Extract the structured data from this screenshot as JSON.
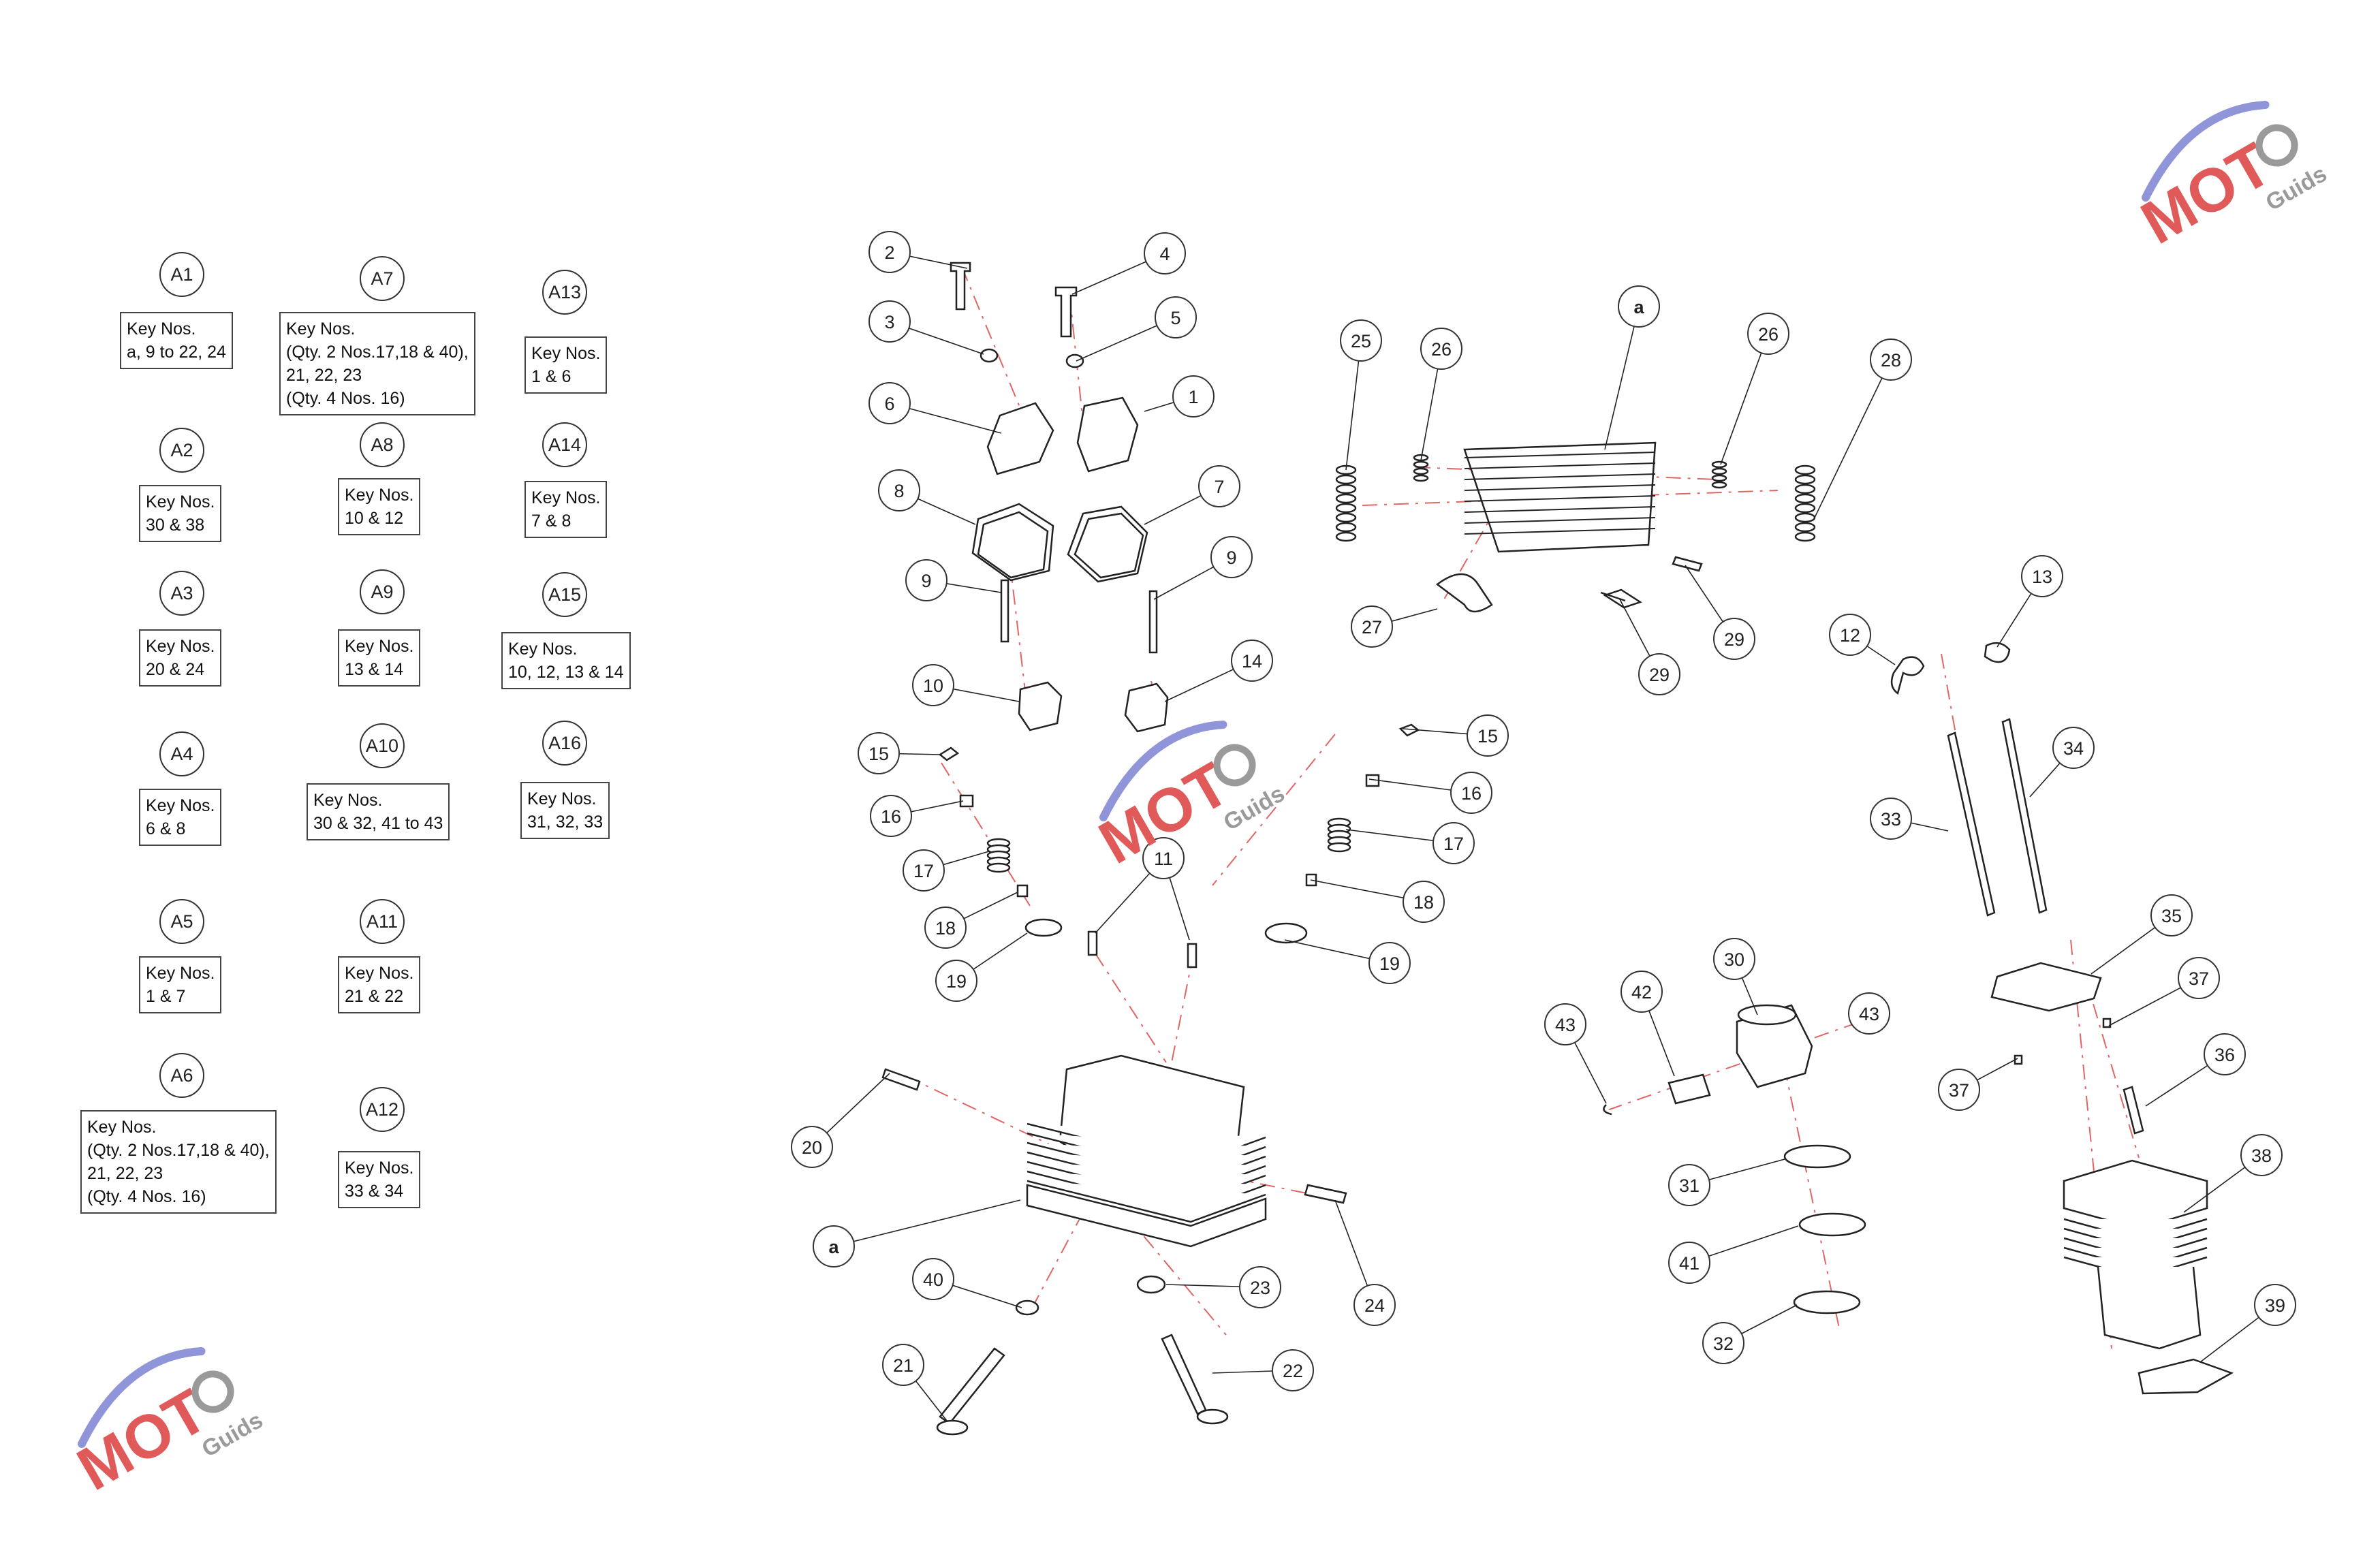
{
  "kits": [
    {
      "id": "A1",
      "lines": [
        "Key Nos.",
        "a, 9 to 22, 24"
      ]
    },
    {
      "id": "A2",
      "lines": [
        "Key Nos.",
        "30 & 38"
      ]
    },
    {
      "id": "A3",
      "lines": [
        "Key Nos.",
        "20 & 24"
      ]
    },
    {
      "id": "A4",
      "lines": [
        "Key Nos.",
        "6 & 8"
      ]
    },
    {
      "id": "A5",
      "lines": [
        "Key Nos.",
        "1 & 7"
      ]
    },
    {
      "id": "A6",
      "lines": [
        "Key Nos.",
        "(Qty. 2 Nos.17,18 & 40),",
        "21, 22, 23",
        "(Qty. 4 Nos. 16)"
      ]
    },
    {
      "id": "A7",
      "lines": [
        "Key Nos.",
        "(Qty. 2 Nos.17,18 & 40),",
        "21, 22, 23",
        "(Qty. 4 Nos. 16)"
      ]
    },
    {
      "id": "A8",
      "lines": [
        "Key Nos.",
        "10 & 12"
      ]
    },
    {
      "id": "A9",
      "lines": [
        "Key Nos.",
        "13 & 14"
      ]
    },
    {
      "id": "A10",
      "lines": [
        "Key Nos.",
        "30 & 32, 41 to 43"
      ]
    },
    {
      "id": "A11",
      "lines": [
        "Key Nos.",
        "21 & 22"
      ]
    },
    {
      "id": "A12",
      "lines": [
        "Key Nos.",
        "33 & 34"
      ]
    },
    {
      "id": "A13",
      "lines": [
        "Key Nos.",
        "1 & 6"
      ]
    },
    {
      "id": "A14",
      "lines": [
        "Key Nos.",
        "7 & 8"
      ]
    },
    {
      "id": "A15",
      "lines": [
        "Key Nos.",
        "10, 12, 13 & 14"
      ]
    },
    {
      "id": "A16",
      "lines": [
        "Key Nos.",
        "31, 32, 33"
      ]
    }
  ],
  "callouts": [
    "1",
    "2",
    "3",
    "4",
    "5",
    "6",
    "7",
    "8",
    "9",
    "9",
    "10",
    "11",
    "12",
    "13",
    "14",
    "15",
    "15",
    "16",
    "16",
    "17",
    "17",
    "18",
    "18",
    "19",
    "19",
    "20",
    "21",
    "22",
    "23",
    "24",
    "25",
    "26",
    "26",
    "27",
    "28",
    "29",
    "29",
    "30",
    "31",
    "32",
    "33",
    "34",
    "35",
    "36",
    "37",
    "37",
    "38",
    "39",
    "40",
    "41",
    "42",
    "43",
    "43",
    "a",
    "a"
  ],
  "watermark": {
    "brand": "MOT",
    "suffix": "Guids",
    "color_red": "#e05a5a",
    "color_blue": "#8f95d8",
    "color_gray": "#9a9a9a"
  },
  "colors": {
    "line": "#222222",
    "dash": "#e06666"
  }
}
